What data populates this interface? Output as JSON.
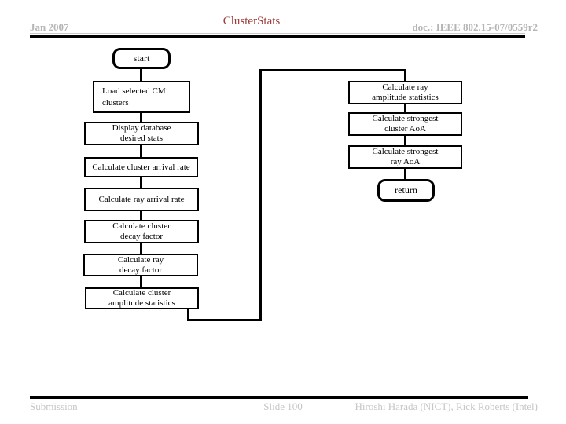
{
  "header": {
    "date": "Jan 2007",
    "title": "ClusterStats",
    "doc": "doc.: IEEE 802.15-07/0559r2"
  },
  "footer": {
    "left": "Submission",
    "center": "Slide 100",
    "right": "Hiroshi Harada (NICT), Rick Roberts (Intel)"
  },
  "colors": {
    "title_red": "#9e3a38",
    "header_gray": "#b5b5b5",
    "footer_gray": "#c6c6c6",
    "line_black": "#000000"
  },
  "flowchart": {
    "nodes": [
      {
        "id": "start",
        "type": "terminator",
        "label": "start"
      },
      {
        "id": "load-selected-cm-clusters",
        "type": "process",
        "label": "Load selected CM\nclusters"
      },
      {
        "id": "display-database-desired-stats",
        "type": "process",
        "label": "Display database\ndesired stats"
      },
      {
        "id": "calculate-cluster-arrival-rate",
        "type": "process",
        "label": "Calculate cluster arrival rate"
      },
      {
        "id": "calculate-ray-arrival-rate",
        "type": "process",
        "label": "Calculate ray arrival rate"
      },
      {
        "id": "calculate-cluster-decay-factor",
        "type": "process",
        "label": "Calculate cluster\ndecay factor"
      },
      {
        "id": "calculate-ray-decay-factor",
        "type": "process",
        "label": "Calculate ray\ndecay factor"
      },
      {
        "id": "calculate-cluster-amplitude-statistics",
        "type": "process",
        "label": "Calculate cluster\namplitude statistics"
      },
      {
        "id": "calculate-ray-amplitude-statistics",
        "type": "process",
        "label": "Calculate ray\namplitude statistics"
      },
      {
        "id": "calculate-strongest-cluster-aoa",
        "type": "process",
        "label": "Calculate strongest\ncluster AoA"
      },
      {
        "id": "calculate-strongest-ray-aoa",
        "type": "process",
        "label": "Calculate strongest\nray AoA"
      },
      {
        "id": "return",
        "type": "terminator",
        "label": "return"
      }
    ]
  }
}
